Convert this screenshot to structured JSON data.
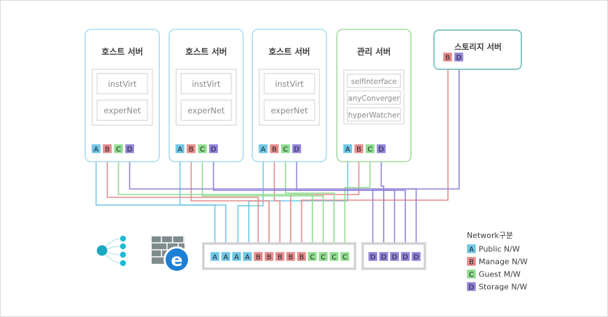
{
  "colors": {
    "A": "#6fc6e6",
    "B": "#e58a8a",
    "C": "#8fdc8f",
    "D": "#8f82d8",
    "host_border": "#a9dcef",
    "mgmt_border": "#a6dba1",
    "storage_border": "#86c6c6",
    "inner_border": "#cfcfcf",
    "switch_border": "#d2d2d2",
    "text": "#3c3c3c",
    "muted_text": "#8a8a8a",
    "node": "#1dbad4",
    "firewall": "#7f8c8d",
    "edge": "#1c7fd6"
  },
  "servers": [
    {
      "title": "호스트 서버",
      "type": "host",
      "modules": [
        "instVirt",
        "experNet"
      ],
      "ports": [
        "A",
        "B",
        "C",
        "D"
      ]
    },
    {
      "title": "호스트 서버",
      "type": "host",
      "modules": [
        "instVirt",
        "experNet"
      ],
      "ports": [
        "A",
        "B",
        "C",
        "D"
      ]
    },
    {
      "title": "호스트 서버",
      "type": "host",
      "modules": [
        "instVirt",
        "experNet"
      ],
      "ports": [
        "A",
        "B",
        "C",
        "D"
      ]
    },
    {
      "title": "관리 서버",
      "type": "management",
      "modules": [
        "selfInterface",
        "anyConverger",
        "hyperWatcher"
      ],
      "ports": [
        "A",
        "B",
        "C",
        "D"
      ]
    }
  ],
  "storage": {
    "title": "스토리지 서버",
    "ports": [
      "B",
      "D"
    ]
  },
  "switch_main": {
    "ports": [
      "A",
      "A",
      "A",
      "A",
      "B",
      "B",
      "B",
      "B",
      "B",
      "C",
      "C",
      "C",
      "C"
    ]
  },
  "switch_storage": {
    "ports": [
      "D",
      "D",
      "D",
      "D",
      "D"
    ]
  },
  "legend": {
    "title": "Network구분",
    "items": [
      {
        "letter": "A",
        "label": "Public N/W"
      },
      {
        "letter": "B",
        "label": "Manage N/W"
      },
      {
        "letter": "C",
        "label": "Guest M/W"
      },
      {
        "letter": "D",
        "label": "Storage N/W"
      }
    ]
  },
  "icons": {
    "network": "network-hub-icon",
    "firewall": "firewall-icon",
    "browser": "edge-browser-icon"
  }
}
